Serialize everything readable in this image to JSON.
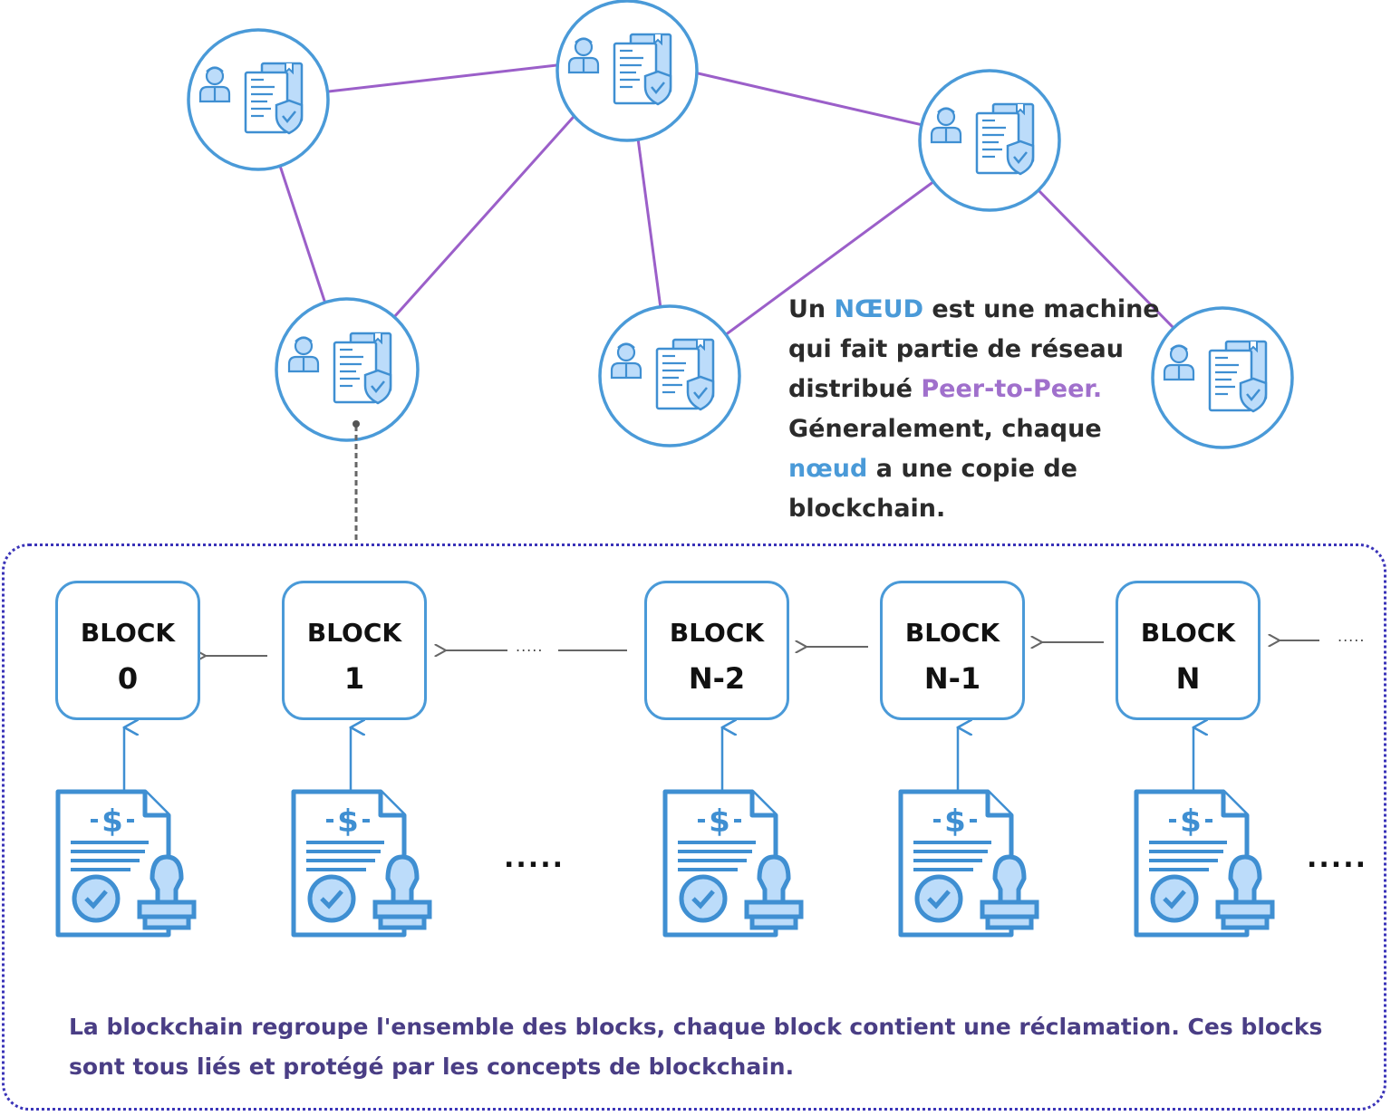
{
  "node_description": {
    "prefix": "Un ",
    "term": "NŒUD",
    "middle": " est une machine qui fait partie de réseau distribué ",
    "network_type": "Peer-to-Peer.",
    "line_general": " Géneralement, chaque ",
    "term_lower": "nœud",
    "suffix": " a une copie de blockchain."
  },
  "blocks": [
    {
      "title": "BLOCK",
      "index": "0"
    },
    {
      "title": "BLOCK",
      "index": "1"
    },
    {
      "title": "BLOCK",
      "index": "N-2"
    },
    {
      "title": "BLOCK",
      "index": "N-1"
    },
    {
      "title": "BLOCK",
      "index": "N"
    }
  ],
  "ellipsis_large": ".....",
  "ellipsis_small": ".....",
  "caption": "La blockchain regroupe l'ensemble  des blocks, chaque block contient une réclamation. Ces blocks sont tous liés et protégé par les concepts de blockchain.",
  "colors": {
    "node_stroke": "#4a9ad8",
    "edge": "#9b5fc9",
    "icon_fill": "#bcdcfa",
    "panel_border": "#3a33b8",
    "caption": "#4a3e85"
  },
  "icons": {
    "node": "user-document-shield-icon",
    "claim": "invoice-stamp-icon"
  }
}
